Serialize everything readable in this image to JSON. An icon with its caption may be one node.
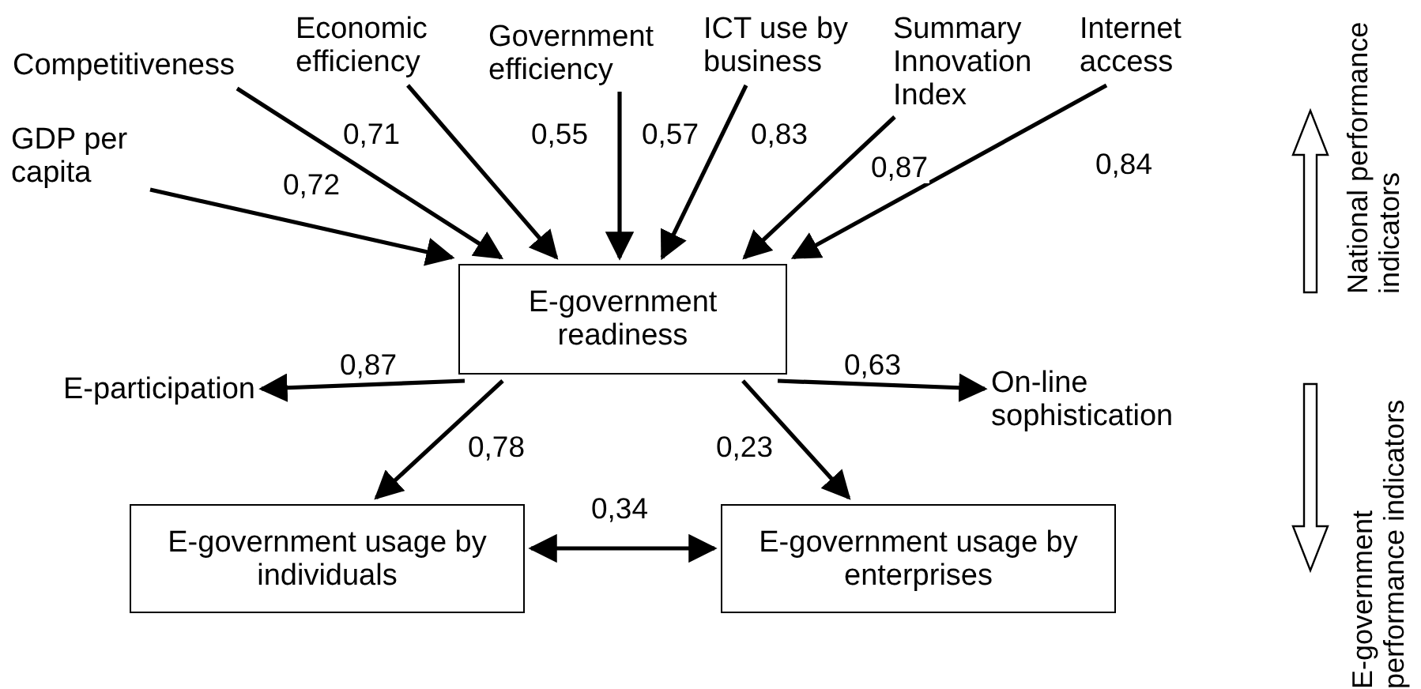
{
  "diagram": {
    "nodes": [
      {
        "text": [
          "Competitiveness"
        ]
      },
      {
        "text": [
          "Economic efficiency"
        ]
      },
      {
        "text": [
          "Government efficiency"
        ]
      },
      {
        "text": [
          "ICT use by business"
        ]
      },
      {
        "text": [
          "Summary Innovation Index"
        ]
      },
      {
        "text": [
          "Internet access"
        ]
      },
      {
        "text": [
          "GDP per capita"
        ]
      },
      {
        "text": [
          "E-government readiness"
        ]
      },
      {
        "text": [
          "E-participation"
        ]
      },
      {
        "text": [
          "On-line sophistication"
        ]
      },
      {
        "text": [
          "E-government usage by individuals"
        ]
      },
      {
        "text": [
          "E-government usage by enterprises"
        ]
      }
    ],
    "edges": [
      {
        "from": 6,
        "to": 7,
        "arrow": "to",
        "label": "0,72"
      },
      {
        "from": 0,
        "to": 7,
        "arrow": "to",
        "label": "0,71"
      },
      {
        "from": 1,
        "to": 7,
        "arrow": "to",
        "label": "0,55"
      },
      {
        "from": 2,
        "to": 7,
        "arrow": "to",
        "label": "0,57"
      },
      {
        "from": 3,
        "to": 7,
        "arrow": "to",
        "label": "0,83"
      },
      {
        "from": 4,
        "to": 7,
        "arrow": "to",
        "label": "0,87"
      },
      {
        "from": 5,
        "to": 7,
        "arrow": "to",
        "label": "0,84"
      },
      {
        "from": 7,
        "to": 8,
        "arrow": "to",
        "label": "0,87"
      },
      {
        "from": 7,
        "to": 9,
        "arrow": "to",
        "label": "0,63"
      },
      {
        "from": 7,
        "to": 10,
        "arrow": "to",
        "label": "0,78"
      },
      {
        "from": 7,
        "to": 11,
        "arrow": "to",
        "label": "0,23"
      },
      {
        "from": 10,
        "to": 11,
        "arrow": "both",
        "label": "0,34"
      }
    ],
    "labels": [
      "National performance indicators",
      "E-government performance indicators"
    ]
  }
}
